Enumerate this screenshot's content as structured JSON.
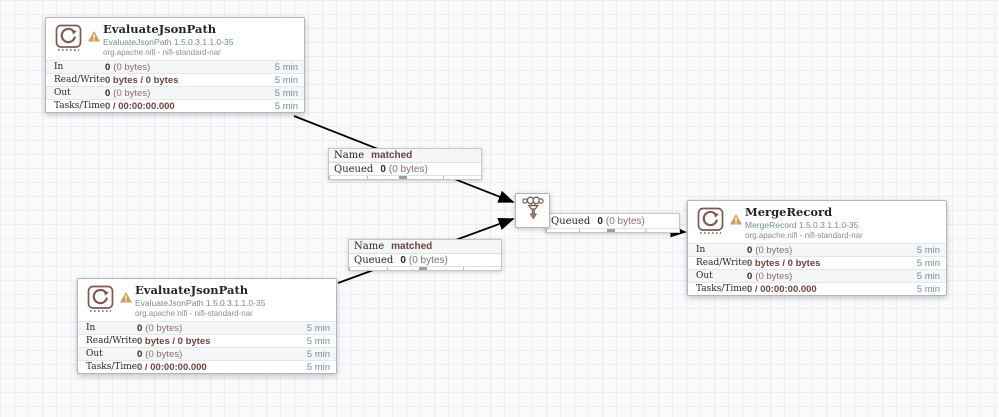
{
  "app": "Apache NiFi flow canvas",
  "colors": {
    "accent_maroon": "#775351",
    "stat_value_maroon": "#6e443f",
    "version_blue": "#728e9b",
    "warning_amber": "#cf9f5d",
    "connection_line": "#000000",
    "row_alt_bg": "#f4f6f7",
    "canvas_grid": "#ebedf1"
  },
  "icons": {
    "processor": "processor-stamp-refresh-icon",
    "warning": "warning-triangle-icon",
    "funnel": "funnel-icon"
  },
  "processors": [
    {
      "name": "EvaluateJsonPath",
      "version": "EvaluateJsonPath 1.5.0.3.1.1.0-35",
      "bundle": "org.apache.nifi - nifi-standard-nar",
      "rows": [
        {
          "label": "In",
          "bold": "0",
          "rest": "(0 bytes)",
          "time": "5 min"
        },
        {
          "label": "Read/Write",
          "bold": "0 bytes / 0 bytes",
          "rest": "",
          "time": "5 min"
        },
        {
          "label": "Out",
          "bold": "0",
          "rest": "(0 bytes)",
          "time": "5 min"
        },
        {
          "label": "Tasks/Time",
          "bold": "0 / 00:00:00.000",
          "rest": "",
          "time": "5 min"
        }
      ]
    },
    {
      "name": "EvaluateJsonPath",
      "version": "EvaluateJsonPath 1.5.0.3.1.1.0-35",
      "bundle": "org.apache.nifi - nifi-standard-nar",
      "rows": [
        {
          "label": "In",
          "bold": "0",
          "rest": "(0 bytes)",
          "time": "5 min"
        },
        {
          "label": "Read/Write",
          "bold": "0 bytes / 0 bytes",
          "rest": "",
          "time": "5 min"
        },
        {
          "label": "Out",
          "bold": "0",
          "rest": "(0 bytes)",
          "time": "5 min"
        },
        {
          "label": "Tasks/Time",
          "bold": "0 / 00:00:00.000",
          "rest": "",
          "time": "5 min"
        }
      ]
    },
    {
      "name": "MergeRecord",
      "version": "MergeRecord 1.5.0.3.1.1.0-35",
      "bundle": "org.apache.nifi - nifi-standard-nar",
      "rows": [
        {
          "label": "In",
          "bold": "0",
          "rest": "(0 bytes)",
          "time": "5 min"
        },
        {
          "label": "Read/Write",
          "bold": "0 bytes / 0 bytes",
          "rest": "",
          "time": "5 min"
        },
        {
          "label": "Out",
          "bold": "0",
          "rest": "(0 bytes)",
          "time": "5 min"
        },
        {
          "label": "Tasks/Time",
          "bold": "0 / 00:00:00.000",
          "rest": "",
          "time": "5 min"
        }
      ]
    }
  ],
  "connections": [
    {
      "name_label": "Name",
      "name_value": "matched",
      "queued_label": "Queued",
      "queued_bold": "0",
      "queued_rest": "(0 bytes)"
    },
    {
      "name_label": "Name",
      "name_value": "matched",
      "queued_label": "Queued",
      "queued_bold": "0",
      "queued_rest": "(0 bytes)"
    },
    {
      "queued_label": "Queued",
      "queued_bold": "0",
      "queued_rest": "(0 bytes)"
    }
  ]
}
